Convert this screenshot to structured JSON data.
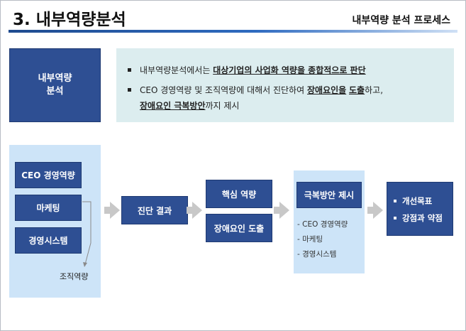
{
  "header": {
    "title": "3. 내부역량분석",
    "subtitle": "내부역량 분석 프로세스"
  },
  "intro": {
    "box_line1": "내부역량",
    "box_line2": "분석",
    "bullet1": {
      "pre": "내부역량분석에서는 ",
      "emph": "대상기업의 사업화 역량을 종합적으로 판단"
    },
    "bullet2": {
      "pre": "CEO 경영역량 및 조직역량에 대해서 진단하여 ",
      "emph1": "장애요인을",
      "mid": " ",
      "emph2": "도출",
      "post": "하고,"
    },
    "bullet2_cont": {
      "emph": "장애요인 극복방안",
      "post": "까지 제시"
    }
  },
  "flow": {
    "inputs": [
      "CEO 경영역량",
      "마케팅",
      "경영시스템"
    ],
    "org_label": "조직역량",
    "diagnosis": "진단 결과",
    "derived": [
      "핵심 역량",
      "장애요인 도출"
    ],
    "solution": "극복방안 제시",
    "solution_items": [
      "- CEO 경영역량",
      "- 마케팅",
      "- 경영시스템"
    ],
    "outcomes": [
      "개선목표",
      "강점과 약점"
    ]
  },
  "colors": {
    "dark_blue": "#2e4f93",
    "light_blue": "#cde4f8",
    "teal_bg": "#dcedef",
    "arrow_gray": "#c8c8c8"
  }
}
